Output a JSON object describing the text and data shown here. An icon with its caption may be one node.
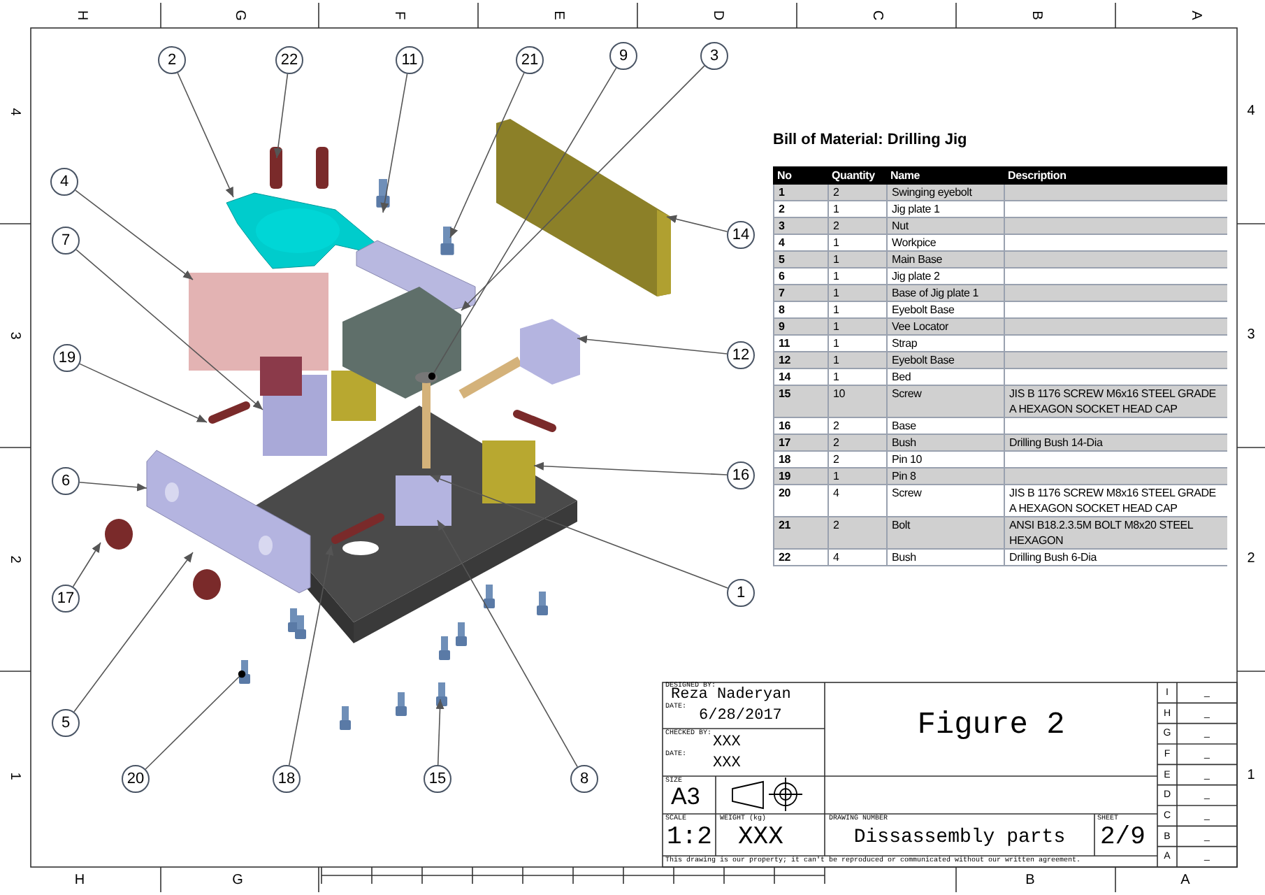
{
  "diagram": {
    "nodes": [
      {
        "text": [
          "2"
        ]
      },
      {
        "text": [
          "22"
        ]
      },
      {
        "text": [
          "11"
        ]
      },
      {
        "text": [
          "21"
        ]
      },
      {
        "text": [
          "9"
        ]
      },
      {
        "text": [
          "3"
        ]
      },
      {
        "text": [
          "4"
        ]
      },
      {
        "text": [
          "7"
        ]
      },
      {
        "text": [
          "19"
        ]
      },
      {
        "text": [
          "14"
        ]
      },
      {
        "text": [
          "12"
        ]
      },
      {
        "text": [
          "6"
        ]
      },
      {
        "text": [
          "16"
        ]
      },
      {
        "text": [
          "17"
        ]
      },
      {
        "text": [
          "1"
        ]
      },
      {
        "text": [
          "5"
        ]
      },
      {
        "text": [
          "20"
        ]
      },
      {
        "text": [
          "18"
        ]
      },
      {
        "text": [
          "15"
        ]
      },
      {
        "text": [
          "8"
        ]
      }
    ],
    "edges": [
      {
        "from": 0,
        "to": null,
        "arrow": "to"
      },
      {
        "from": 1,
        "to": null,
        "arrow": "to"
      },
      {
        "from": 2,
        "to": null,
        "arrow": "to"
      },
      {
        "from": 3,
        "to": null,
        "arrow": "to"
      },
      {
        "from": 4,
        "to": null,
        "arrow": "other"
      },
      {
        "from": 5,
        "to": null,
        "arrow": "to"
      },
      {
        "from": 6,
        "to": null,
        "arrow": "to"
      },
      {
        "from": 7,
        "to": null,
        "arrow": "to"
      },
      {
        "from": 8,
        "to": null,
        "arrow": "to"
      },
      {
        "from": 9,
        "to": null,
        "arrow": "to"
      },
      {
        "from": 10,
        "to": null,
        "arrow": "to"
      },
      {
        "from": 11,
        "to": null,
        "arrow": "to"
      },
      {
        "from": 12,
        "to": null,
        "arrow": "to"
      },
      {
        "from": 13,
        "to": null,
        "arrow": "to"
      },
      {
        "from": 14,
        "to": null,
        "arrow": "to"
      },
      {
        "from": 15,
        "to": null,
        "arrow": "to"
      },
      {
        "from": 16,
        "to": null,
        "arrow": "other"
      },
      {
        "from": 17,
        "to": null,
        "arrow": "to"
      },
      {
        "from": 18,
        "to": null,
        "arrow": "to"
      },
      {
        "from": 19,
        "to": null,
        "arrow": "to"
      }
    ],
    "labels": [
      "H",
      "G",
      "F",
      "E",
      "D",
      "C",
      "B",
      "A",
      "4",
      "3",
      "2",
      "1",
      "4",
      "3",
      "2",
      "1",
      "H",
      "G",
      "B",
      "A",
      "Bill of Material: Drilling Jig",
      "No",
      "Quantity",
      "Name",
      "Description",
      "1",
      "2",
      "Swinging eyebolt",
      "2",
      "1",
      "Jig plate 1",
      "3",
      "2",
      "Nut",
      "4",
      "1",
      "Workpice",
      "5",
      "1",
      "Main Base",
      "6",
      "1",
      "Jig plate 2",
      "7",
      "1",
      "Base of Jig plate 1",
      "8",
      "1",
      "Eyebolt Base",
      "9",
      "1",
      "Vee Locator",
      "11",
      "1",
      "Strap",
      "12",
      "1",
      "Eyebolt Base",
      "14",
      "1",
      "Bed",
      "15",
      "10",
      "Screw",
      "JIS B 1176 SCREW M6x16 STEEL GRADE A HEXAGON SOCKET HEAD CAP",
      "16",
      "2",
      "Base",
      "17",
      "2",
      "Bush",
      "Drilling Bush 14-Dia",
      "18",
      "2",
      "Pin 10",
      "19",
      "1",
      "Pin 8",
      "20",
      "4",
      "Screw",
      "JIS B 1176 SCREW M8x16 STEEL GRADE A HEXAGON SOCKET HEAD CAP",
      "21",
      "2",
      "Bolt",
      "ANSI B18.2.3.5M BOLT M8x20 STEEL HEXAGON",
      "22",
      "4",
      "Bush",
      "Drilling Bush 6-Dia",
      "DESIGNED BY:",
      "Reza Naderyan",
      "DATE:",
      "6/28/2017",
      "CHECKED BY:",
      "XXX",
      "DATE:",
      "XXX",
      "Figure 2",
      "SIZE",
      "A3",
      "SCALE",
      "1:2",
      "WEIGHT (kg)",
      "XXX",
      "DRAWING NUMBER",
      "Dissassembly parts",
      "SHEET",
      "2/9",
      "I",
      "_",
      "H",
      "_",
      "G",
      "_",
      "F",
      "_",
      "E",
      "_",
      "D",
      "_",
      "C",
      "_",
      "B",
      "_",
      "A",
      "_",
      "This drawing is our property; it can't be reproduced or communicated without our written agreement."
    ]
  }
}
